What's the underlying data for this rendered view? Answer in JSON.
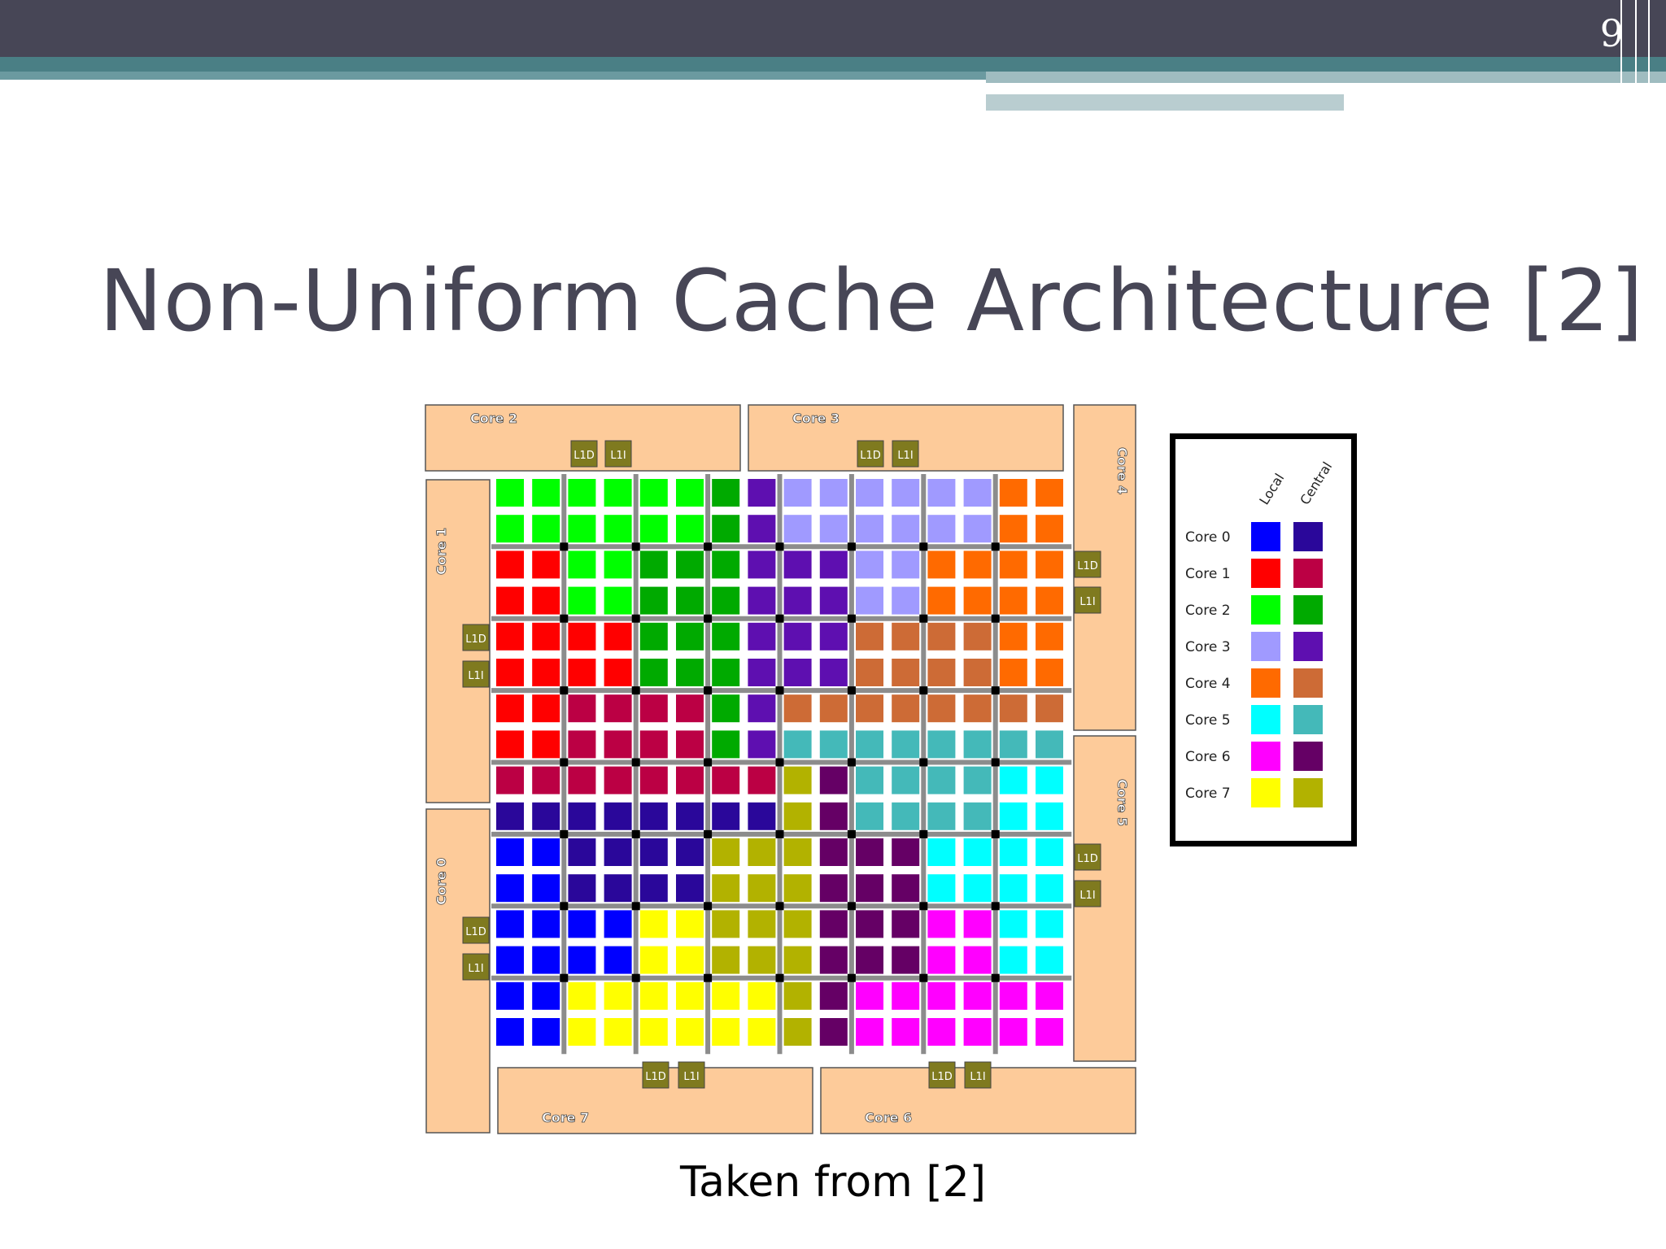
{
  "slide": {
    "page_number": "9",
    "title": "Non-Uniform Cache Architecture [2]",
    "caption": "Taken from [2]"
  },
  "theme": {
    "banner_dark": "#474656",
    "banner_teal": "#4a7f85",
    "banner_light": "#9fbcc0",
    "title_color": "#474656",
    "core_panel": "#fdcb9a",
    "cache_box": "#7f7a1f",
    "wire": "#8c8c8c"
  },
  "diagram": {
    "cores": [
      {
        "id": "core0",
        "label": "Core 0"
      },
      {
        "id": "core1",
        "label": "Core 1"
      },
      {
        "id": "core2",
        "label": "Core 2"
      },
      {
        "id": "core3",
        "label": "Core 3"
      },
      {
        "id": "core4",
        "label": "Core 4"
      },
      {
        "id": "core5",
        "label": "Core 5"
      },
      {
        "id": "core6",
        "label": "Core 6"
      },
      {
        "id": "core7",
        "label": "Core 7"
      }
    ],
    "l1d_label": "L1D",
    "l1i_label": "L1I",
    "bank_colors": {
      "0L": "#0000ff",
      "0C": "#2a079a",
      "1L": "#ff0000",
      "1C": "#bb0044",
      "2L": "#00ff00",
      "2C": "#00aa00",
      "3L": "#a09aff",
      "3C": "#5e0fb0",
      "4L": "#ff6a00",
      "4C": "#cd6b36",
      "5L": "#00ffff",
      "5C": "#44b9b9",
      "6L": "#ff00ff",
      "6C": "#650065",
      "7L": "#ffff00",
      "7C": "#b2b200"
    },
    "bank_grid": [
      [
        "2L",
        "2L",
        "2L",
        "2L",
        "2L",
        "2L",
        "2C",
        "3C",
        "3L",
        "3L",
        "3L",
        "3L",
        "3L",
        "3L",
        "4L",
        "4L"
      ],
      [
        "2L",
        "2L",
        "2L",
        "2L",
        "2L",
        "2L",
        "2C",
        "3C",
        "3L",
        "3L",
        "3L",
        "3L",
        "3L",
        "3L",
        "4L",
        "4L"
      ],
      [
        "1L",
        "1L",
        "2L",
        "2L",
        "2C",
        "2C",
        "2C",
        "3C",
        "3C",
        "3C",
        "3L",
        "3L",
        "4L",
        "4L",
        "4L",
        "4L"
      ],
      [
        "1L",
        "1L",
        "2L",
        "2L",
        "2C",
        "2C",
        "2C",
        "3C",
        "3C",
        "3C",
        "3L",
        "3L",
        "4L",
        "4L",
        "4L",
        "4L"
      ],
      [
        "1L",
        "1L",
        "1L",
        "1L",
        "2C",
        "2C",
        "2C",
        "3C",
        "3C",
        "3C",
        "4C",
        "4C",
        "4C",
        "4C",
        "4L",
        "4L"
      ],
      [
        "1L",
        "1L",
        "1L",
        "1L",
        "2C",
        "2C",
        "2C",
        "3C",
        "3C",
        "3C",
        "4C",
        "4C",
        "4C",
        "4C",
        "4L",
        "4L"
      ],
      [
        "1L",
        "1L",
        "1C",
        "1C",
        "1C",
        "1C",
        "2C",
        "3C",
        "4C",
        "4C",
        "4C",
        "4C",
        "4C",
        "4C",
        "4C",
        "4C"
      ],
      [
        "1L",
        "1L",
        "1C",
        "1C",
        "1C",
        "1C",
        "2C",
        "3C",
        "5C",
        "5C",
        "5C",
        "5C",
        "5C",
        "5C",
        "5C",
        "5C"
      ],
      [
        "1C",
        "1C",
        "1C",
        "1C",
        "1C",
        "1C",
        "1C",
        "1C",
        "7C",
        "6C",
        "5C",
        "5C",
        "5C",
        "5C",
        "5L",
        "5L"
      ],
      [
        "0C",
        "0C",
        "0C",
        "0C",
        "0C",
        "0C",
        "0C",
        "0C",
        "7C",
        "6C",
        "5C",
        "5C",
        "5C",
        "5C",
        "5L",
        "5L"
      ],
      [
        "0L",
        "0L",
        "0C",
        "0C",
        "0C",
        "0C",
        "7C",
        "7C",
        "7C",
        "6C",
        "6C",
        "6C",
        "5L",
        "5L",
        "5L",
        "5L"
      ],
      [
        "0L",
        "0L",
        "0C",
        "0C",
        "0C",
        "0C",
        "7C",
        "7C",
        "7C",
        "6C",
        "6C",
        "6C",
        "5L",
        "5L",
        "5L",
        "5L"
      ],
      [
        "0L",
        "0L",
        "0L",
        "0L",
        "7L",
        "7L",
        "7C",
        "7C",
        "7C",
        "6C",
        "6C",
        "6C",
        "6L",
        "6L",
        "5L",
        "5L"
      ],
      [
        "0L",
        "0L",
        "0L",
        "0L",
        "7L",
        "7L",
        "7C",
        "7C",
        "7C",
        "6C",
        "6C",
        "6C",
        "6L",
        "6L",
        "5L",
        "5L"
      ],
      [
        "0L",
        "0L",
        "7L",
        "7L",
        "7L",
        "7L",
        "7L",
        "7L",
        "7C",
        "6C",
        "6L",
        "6L",
        "6L",
        "6L",
        "6L",
        "6L"
      ],
      [
        "0L",
        "0L",
        "7L",
        "7L",
        "7L",
        "7L",
        "7L",
        "7L",
        "7C",
        "6C",
        "6L",
        "6L",
        "6L",
        "6L",
        "6L",
        "6L"
      ]
    ]
  },
  "legend": {
    "col_local": "Local",
    "col_central": "Central",
    "rows": [
      {
        "label": "Core 0",
        "local": "#0000ff",
        "central": "#2a079a"
      },
      {
        "label": "Core 1",
        "local": "#ff0000",
        "central": "#bb0044"
      },
      {
        "label": "Core 2",
        "local": "#00ff00",
        "central": "#00aa00"
      },
      {
        "label": "Core 3",
        "local": "#a09aff",
        "central": "#5e0fb0"
      },
      {
        "label": "Core 4",
        "local": "#ff6a00",
        "central": "#cd6b36"
      },
      {
        "label": "Core 5",
        "local": "#00ffff",
        "central": "#44b9b9"
      },
      {
        "label": "Core 6",
        "local": "#ff00ff",
        "central": "#650065"
      },
      {
        "label": "Core 7",
        "local": "#ffff00",
        "central": "#b2b200"
      }
    ]
  }
}
